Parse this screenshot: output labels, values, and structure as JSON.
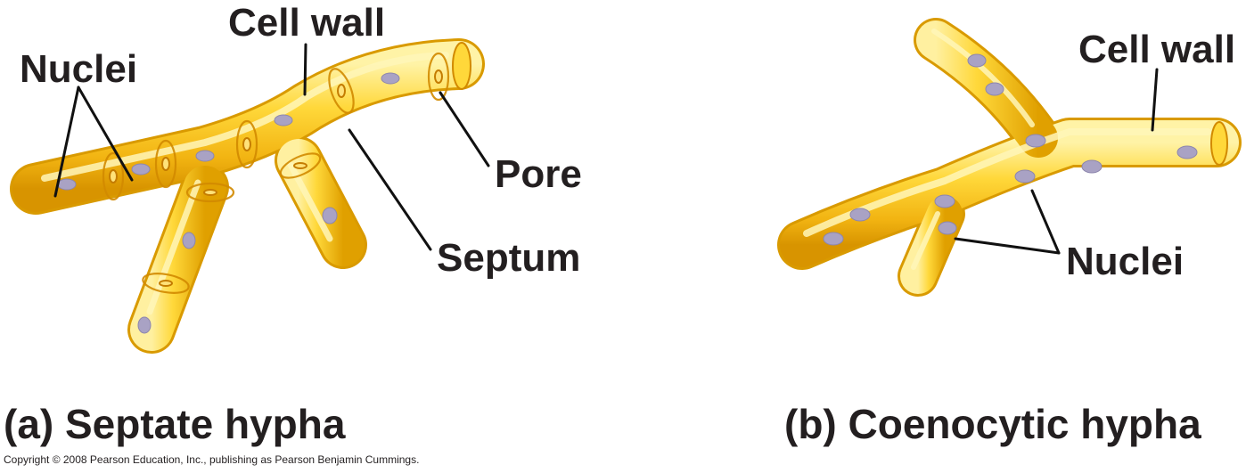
{
  "septate": {
    "labels": {
      "nuclei": "Nuclei",
      "cell_wall": "Cell wall",
      "pore": "Pore",
      "septum": "Septum"
    },
    "caption": "(a) Septate hypha"
  },
  "coenocytic": {
    "labels": {
      "cell_wall": "Cell wall",
      "nuclei": "Nuclei"
    },
    "caption": "(b) Coenocytic hypha"
  },
  "copyright": "Copyright © 2008 Pearson Education, Inc., publishing as Pearson Benjamin Cummings.",
  "colors": {
    "hypha_fill": "#f7c52a",
    "hypha_outline": "#d99a00",
    "nucleus": "#a9a2c4",
    "text": "#231f20"
  }
}
